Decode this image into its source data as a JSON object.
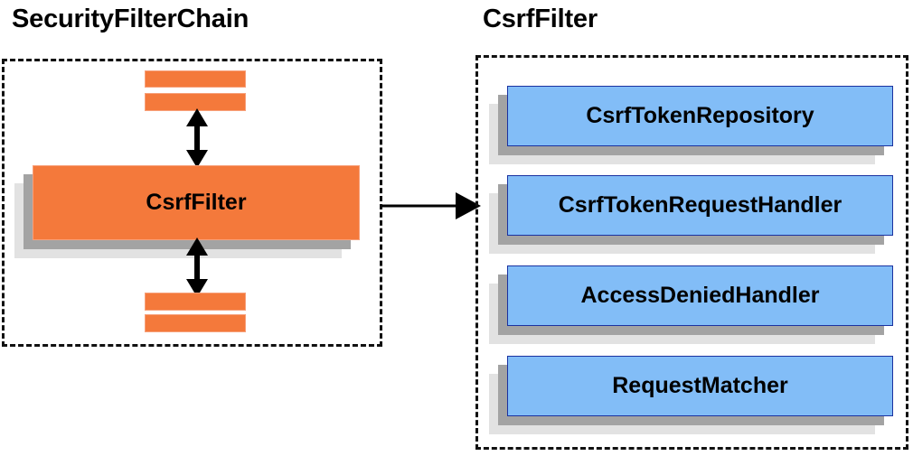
{
  "diagram": {
    "title_left": "SecurityFilterChain",
    "title_right": "CsrfFilter",
    "colors": {
      "orange_fill": "#f4793b",
      "orange_border": "#f7a07a",
      "blue_fill": "#82bdf7",
      "blue_border": "#1b32a0",
      "shadow_near": "#a3a3a3",
      "shadow_far": "#e2e2e2",
      "outline": "#111111",
      "text": "#000000"
    }
  },
  "left_panel": {
    "title": "SecurityFilterChain",
    "main_node": {
      "label": "CsrfFilter"
    },
    "filler_bars": [
      {
        "label": ""
      },
      {
        "label": ""
      },
      {
        "label": ""
      },
      {
        "label": ""
      }
    ],
    "arrows": [
      {
        "name": "bidirectional-top",
        "direction": "both"
      },
      {
        "name": "bidirectional-bottom",
        "direction": "both"
      }
    ]
  },
  "connector": {
    "name": "securityfilterchain-to-csrffilter",
    "direction": "right"
  },
  "right_panel": {
    "title": "CsrfFilter",
    "collaborators": [
      {
        "label": "CsrfTokenRepository"
      },
      {
        "label": "CsrfTokenRequestHandler"
      },
      {
        "label": "AccessDeniedHandler"
      },
      {
        "label": "RequestMatcher"
      }
    ]
  }
}
